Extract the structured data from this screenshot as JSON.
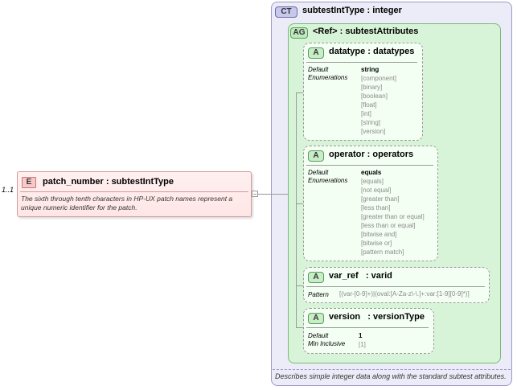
{
  "element": {
    "occurrence": "1..1",
    "badge": "E",
    "title": "patch_number : subtestIntType",
    "doc": "The sixth through tenth characters in HP-UX patch names represent a unique numeric identifier for the patch."
  },
  "complex_type": {
    "badge": "CT",
    "title": "subtestIntType : integer",
    "doc": "Describes simple integer data along with the standard subtest attributes."
  },
  "attribute_group": {
    "badge": "AG",
    "title": "<Ref>     : subtestAttributes"
  },
  "attributes": [
    {
      "badge": "A",
      "title": "datatype : datatypes",
      "default_label": "Default",
      "default_value": "string",
      "enum_label": "Enumerations",
      "enumerations": [
        "[component]",
        "[binary]",
        "[boolean]",
        "[float]",
        "[int]",
        "[string]",
        "[version]"
      ]
    },
    {
      "badge": "A",
      "title": "operator : operators",
      "default_label": "Default",
      "default_value": "equals",
      "enum_label": "Enumerations",
      "enumerations": [
        "[equals]",
        "[not equal]",
        "[greater than]",
        "[less than]",
        "[greater than or equal]",
        "[less than or equal]",
        "[bitwise and]",
        "[bitwise or]",
        "[pattern match]"
      ]
    },
    {
      "badge": "A",
      "title": "var_ref   : varid",
      "pattern_label": "Pattern",
      "pattern_value": "[(var-[0-9]+)|(oval:[A-Za-z\\-\\.]+:var:[1-9][0-9]*)]"
    },
    {
      "badge": "A",
      "title": "version   : versionType",
      "default_label": "Default",
      "default_value": "1",
      "min_label": "Min Inclusive",
      "min_value": "[1]"
    }
  ],
  "colors": {
    "element_border": "#d49a9a",
    "element_fill": "#ffe8e8",
    "complex_type_fill": "#ececf8",
    "attribute_group_fill": "#d8f4d8",
    "attribute_fill": "#f4fff4"
  }
}
